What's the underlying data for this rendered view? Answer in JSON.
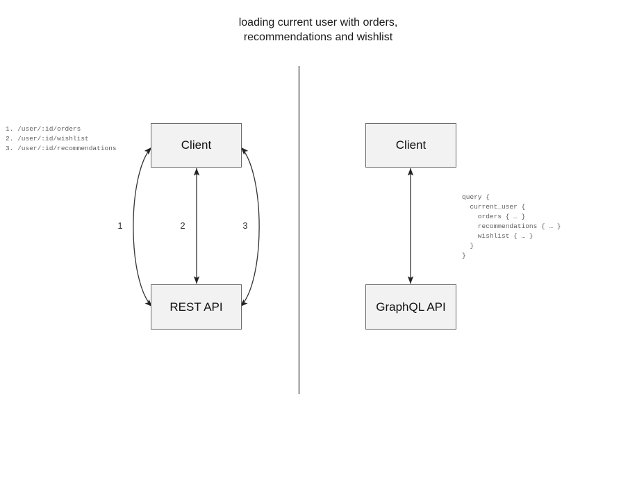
{
  "diagram": {
    "title": "loading current user with orders,\nrecommendations and wishlist",
    "divider_name": "vertical-divider"
  },
  "left_panel": {
    "name": "rest-api-panel",
    "client_node": "Client",
    "api_node": "REST API",
    "endpoints_note": "1. /user/:id/orders\n2. /user/:id/wishlist\n3. /user/:id/recommendations",
    "edges": [
      {
        "label": "1",
        "shape": "curve-left",
        "arrows": "both"
      },
      {
        "label": "2",
        "shape": "straight",
        "arrows": "both"
      },
      {
        "label": "3",
        "shape": "curve-right",
        "arrows": "both"
      }
    ]
  },
  "right_panel": {
    "name": "graphql-api-panel",
    "client_node": "Client",
    "api_node": "GraphQL API",
    "query_text": "query {\n  current_user {\n    orders { … }\n    recommendations { … }\n    wishlist { … }\n  }\n}",
    "edges": [
      {
        "label": "",
        "shape": "straight",
        "arrows": "both"
      }
    ]
  },
  "colors": {
    "node_fill": "#f2f2f2",
    "node_stroke": "#666666",
    "edge_stroke": "#333333",
    "divider_stroke": "#555555",
    "title_text": "#1a1a1a",
    "code_text": "#5f5f5f",
    "background": "#ffffff"
  }
}
